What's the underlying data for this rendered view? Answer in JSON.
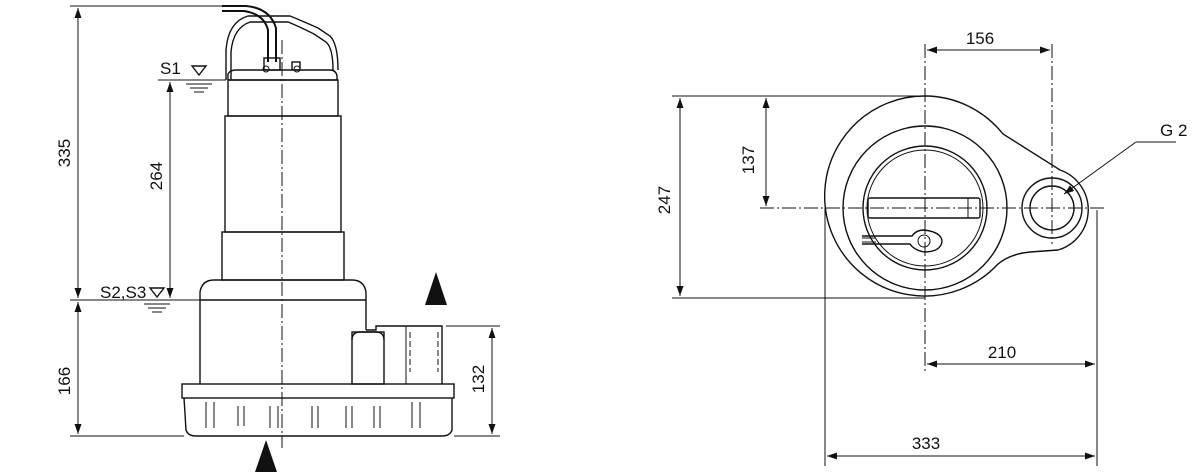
{
  "side_view": {
    "dims": {
      "height_overall": "335",
      "level_s1_to_s2s3": "264",
      "base_height": "166",
      "outlet_height": "132"
    },
    "levels": {
      "s1": "S1",
      "s2_s3": "S2,S3"
    }
  },
  "top_view": {
    "dims": {
      "outlet_offset_x": "156",
      "center_to_top": "137",
      "depth_overall": "247",
      "center_to_right": "210",
      "width_overall": "333"
    },
    "outlet_label": "G 2"
  }
}
